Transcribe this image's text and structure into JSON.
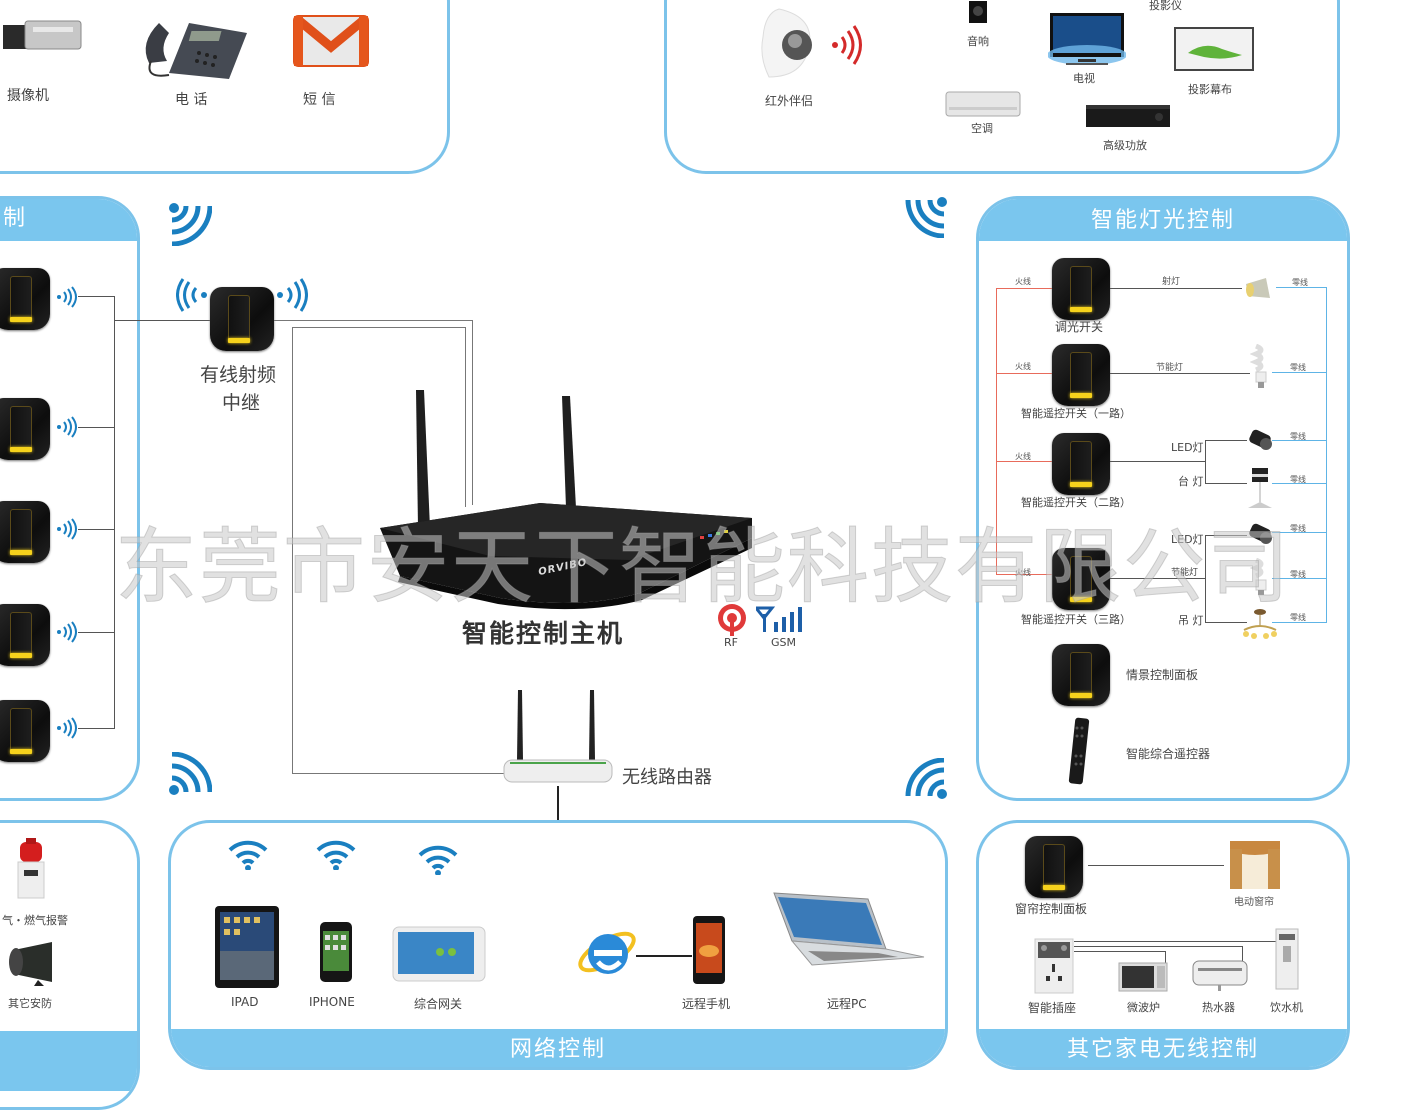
{
  "watermark": "东莞市安天下智能科技有限公司",
  "top_left_panel": {
    "items": [
      {
        "label": "摄像机",
        "icon": "camera-icon"
      },
      {
        "label": "电 话",
        "icon": "telephone-icon"
      },
      {
        "label": "短 信",
        "icon": "sms-mail-icon"
      }
    ]
  },
  "top_right_panel": {
    "items": [
      {
        "label": "红外伴侣",
        "icon": "ir-companion-icon"
      },
      {
        "label": "音响",
        "icon": "speaker-icon"
      },
      {
        "label": "投影仪",
        "icon": "projector-icon"
      },
      {
        "label": "电视",
        "icon": "tv-icon"
      },
      {
        "label": "投影幕布",
        "icon": "projection-screen-icon"
      },
      {
        "label": "空调",
        "icon": "air-conditioner-icon"
      },
      {
        "label": "高级功放",
        "icon": "amplifier-icon"
      }
    ]
  },
  "left_panel": {
    "title_partial": "制",
    "switch_count": 5
  },
  "repeater": {
    "label_line1": "有线射频",
    "label_line2": "中继"
  },
  "host": {
    "label": "智能控制主机",
    "brand": "ORVIBO",
    "rf_label": "RF",
    "gsm_label": "GSM"
  },
  "router": {
    "label": "无线路由器"
  },
  "lighting_panel": {
    "title": "智能灯光控制",
    "live_wire": "火线",
    "neutral_wire": "零线",
    "rows": [
      {
        "switch": "调光开关",
        "loads": [
          "射灯"
        ]
      },
      {
        "switch": "智能遥控开关（一路）",
        "loads": [
          "节能灯"
        ]
      },
      {
        "switch": "智能遥控开关（二路）",
        "loads": [
          "LED灯",
          "台 灯"
        ]
      },
      {
        "switch": "智能遥控开关（三路）",
        "loads": [
          "LED灯",
          "节能灯",
          "吊 灯"
        ]
      }
    ],
    "scene_panel": "情景控制面板",
    "remote": "智能综合遥控器"
  },
  "security_panel": {
    "items": [
      {
        "label": "气・燃气报警",
        "icon": "alarm-light-icon"
      },
      {
        "label": "其它安防",
        "icon": "siren-icon"
      }
    ]
  },
  "network_panel": {
    "title": "网络控制",
    "items": [
      {
        "label": "IPAD",
        "icon": "ipad-icon"
      },
      {
        "label": "IPHONE",
        "icon": "iphone-icon"
      },
      {
        "label": "综合网关",
        "icon": "gateway-icon"
      },
      {
        "label": "远程手机",
        "icon": "remote-phone-icon"
      },
      {
        "label": "远程PC",
        "icon": "laptop-icon"
      }
    ]
  },
  "appliance_panel": {
    "title": "其它家电无线控制",
    "curtain_panel": "窗帘控制面板",
    "curtain": "电动窗帘",
    "items": [
      {
        "label": "智能插座"
      },
      {
        "label": "微波炉"
      },
      {
        "label": "热水器"
      },
      {
        "label": "饮水机"
      }
    ]
  },
  "colors": {
    "panel_blue": "#7ac6ee",
    "wifi_blue": "#1a7fc0",
    "live_wire": "#e86b5b",
    "neutral_wire": "#5eb4e6",
    "rf_red": "#e03a3a"
  }
}
